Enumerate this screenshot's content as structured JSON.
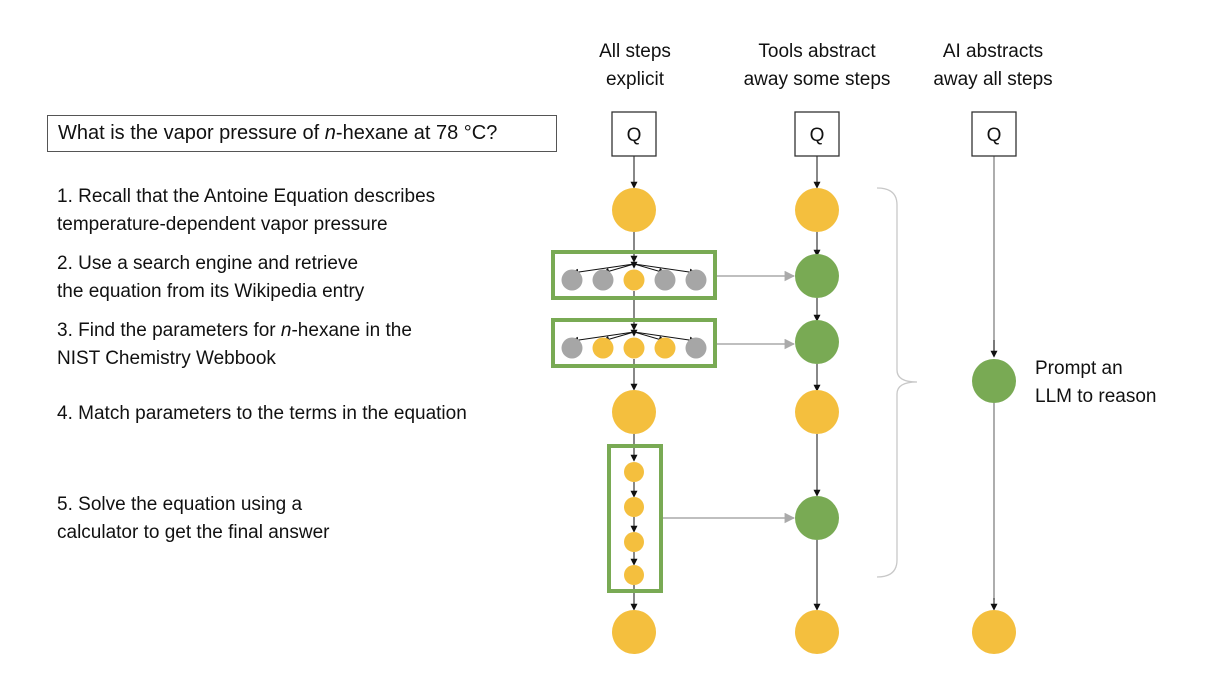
{
  "columns": [
    {
      "id": "explicit",
      "header_line1": "All steps",
      "header_line2": "explicit"
    },
    {
      "id": "tools",
      "header_line1": "Tools abstract",
      "header_line2": "away some steps"
    },
    {
      "id": "ai",
      "header_line1": "AI abstracts",
      "header_line2": "away all steps"
    }
  ],
  "question": {
    "prefix": "What is the vapor pressure of ",
    "italic": "n",
    "suffix": "-hexane at 78 °C?",
    "node_label": "Q"
  },
  "steps": [
    {
      "number": "1.",
      "line1": "Recall that the Antoine Equation describes",
      "line2": "temperature-dependent vapor pressure"
    },
    {
      "number": "2.",
      "line1": "Use a search engine and retrieve",
      "line2": "the equation from its Wikipedia entry"
    },
    {
      "number": "3.",
      "line1_prefix": "Find the parameters for ",
      "line1_italic": "n",
      "line1_suffix": "-hexane in the",
      "line2": "NIST Chemistry Webbook"
    },
    {
      "number": "4.",
      "line1": "Match parameters to the terms in the equation"
    },
    {
      "number": "5.",
      "line1": "Solve the equation using a",
      "line2": "calculator to get the final answer"
    }
  ],
  "ai_label": {
    "line1": "Prompt an",
    "line2": "LLM to reason"
  },
  "search_nodes_step2": [
    "gray",
    "gray",
    "yellow",
    "gray",
    "gray"
  ],
  "search_nodes_step3": [
    "gray",
    "yellow",
    "yellow",
    "yellow",
    "gray"
  ],
  "calculator_substeps": 4,
  "colors": {
    "yellow": "#F4BF3E",
    "green": "#79AA54",
    "gray": "#A6A6A6",
    "box_border": "#79AA54",
    "arrow": "#111111",
    "connector": "#AAAAAA",
    "brace": "#C8C8C8"
  }
}
